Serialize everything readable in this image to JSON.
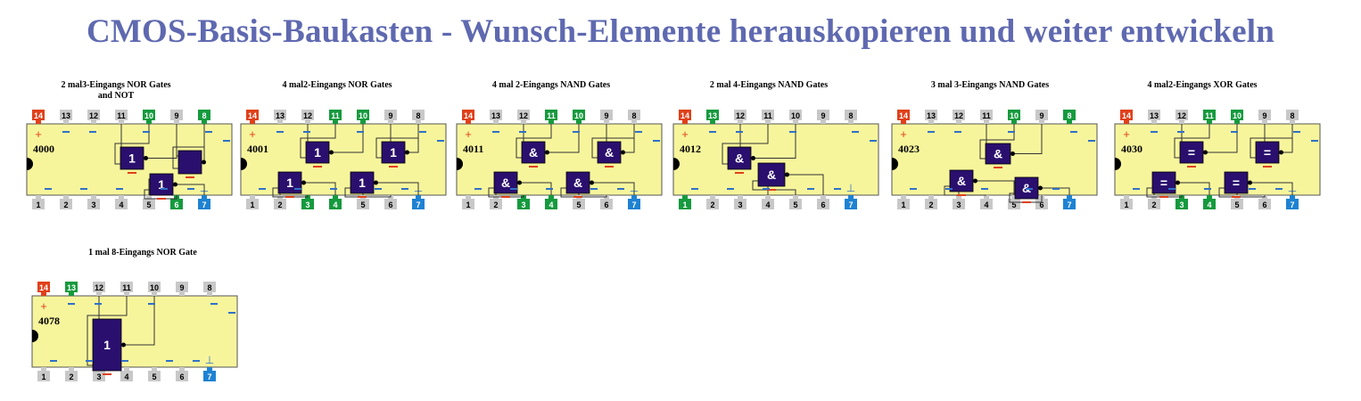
{
  "page": {
    "title": "CMOS-Basis-Baukasten - Wunsch-Elemente herauskopieren und weiter entwickeln"
  },
  "colors": {
    "title": "#5f69b0",
    "body": "#f7f59c",
    "gate": "#2a0f6e",
    "vdd_pin": "#e0401a",
    "vss_pin": "#1e82d2",
    "input_pin": "#159a3e",
    "plain_pin": "#c8c8c8",
    "inversion_mark": "#e0401a",
    "line_mark": "#3070c8"
  },
  "chips": [
    {
      "caption": "2 mal3-Eingangs NOR Gates\nand NOT",
      "type_label": "4000",
      "plus_label": "+",
      "ground_label": "⊥",
      "top_pins": [
        {
          "label": "14",
          "kind": "vdd"
        },
        {
          "label": "13",
          "kind": "plain"
        },
        {
          "label": "12",
          "kind": "plain"
        },
        {
          "label": "11",
          "kind": "plain"
        },
        {
          "label": "10",
          "kind": "in"
        },
        {
          "label": "9",
          "kind": "plain"
        },
        {
          "label": "8",
          "kind": "in"
        }
      ],
      "bottom_pins": [
        {
          "label": "1",
          "kind": "plain"
        },
        {
          "label": "2",
          "kind": "plain"
        },
        {
          "label": "3",
          "kind": "plain"
        },
        {
          "label": "4",
          "kind": "plain"
        },
        {
          "label": "5",
          "kind": "plain"
        },
        {
          "label": "6",
          "kind": "in"
        },
        {
          "label": "7",
          "kind": "vss"
        }
      ],
      "gates": [
        {
          "label": "1"
        },
        {
          "label": ""
        },
        {
          "label": "1"
        }
      ]
    },
    {
      "caption": "4 mal2-Eingangs NOR Gates",
      "type_label": "4001",
      "plus_label": "+",
      "ground_label": "⊥",
      "top_pins": [
        {
          "label": "14",
          "kind": "vdd"
        },
        {
          "label": "13",
          "kind": "plain"
        },
        {
          "label": "12",
          "kind": "plain"
        },
        {
          "label": "11",
          "kind": "in"
        },
        {
          "label": "10",
          "kind": "in"
        },
        {
          "label": "9",
          "kind": "plain"
        },
        {
          "label": "8",
          "kind": "plain"
        }
      ],
      "bottom_pins": [
        {
          "label": "1",
          "kind": "plain"
        },
        {
          "label": "2",
          "kind": "plain"
        },
        {
          "label": "3",
          "kind": "in"
        },
        {
          "label": "4",
          "kind": "in"
        },
        {
          "label": "5",
          "kind": "plain"
        },
        {
          "label": "6",
          "kind": "plain"
        },
        {
          "label": "7",
          "kind": "vss"
        }
      ],
      "gates": [
        {
          "label": "1"
        },
        {
          "label": "1"
        },
        {
          "label": "1"
        },
        {
          "label": "1"
        }
      ]
    },
    {
      "caption": "4 mal 2-Eingangs NAND Gates",
      "type_label": "4011",
      "plus_label": "+",
      "ground_label": "⊥",
      "top_pins": [
        {
          "label": "14",
          "kind": "vdd"
        },
        {
          "label": "13",
          "kind": "plain"
        },
        {
          "label": "12",
          "kind": "plain"
        },
        {
          "label": "11",
          "kind": "in"
        },
        {
          "label": "10",
          "kind": "in"
        },
        {
          "label": "9",
          "kind": "plain"
        },
        {
          "label": "8",
          "kind": "plain"
        }
      ],
      "bottom_pins": [
        {
          "label": "1",
          "kind": "plain"
        },
        {
          "label": "2",
          "kind": "plain"
        },
        {
          "label": "3",
          "kind": "in"
        },
        {
          "label": "4",
          "kind": "in"
        },
        {
          "label": "5",
          "kind": "plain"
        },
        {
          "label": "6",
          "kind": "plain"
        },
        {
          "label": "7",
          "kind": "vss"
        }
      ],
      "gates": [
        {
          "label": "&"
        },
        {
          "label": "&"
        },
        {
          "label": "&"
        },
        {
          "label": "&"
        }
      ]
    },
    {
      "caption": "2 mal 4-Eingangs NAND Gates",
      "type_label": "4012",
      "plus_label": "+",
      "ground_label": "⊥",
      "top_pins": [
        {
          "label": "14",
          "kind": "vdd"
        },
        {
          "label": "13",
          "kind": "in"
        },
        {
          "label": "12",
          "kind": "plain"
        },
        {
          "label": "11",
          "kind": "plain"
        },
        {
          "label": "10",
          "kind": "plain"
        },
        {
          "label": "9",
          "kind": "plain"
        },
        {
          "label": "8",
          "kind": "plain"
        }
      ],
      "bottom_pins": [
        {
          "label": "1",
          "kind": "in"
        },
        {
          "label": "2",
          "kind": "plain"
        },
        {
          "label": "3",
          "kind": "plain"
        },
        {
          "label": "4",
          "kind": "plain"
        },
        {
          "label": "5",
          "kind": "plain"
        },
        {
          "label": "6",
          "kind": "plain"
        },
        {
          "label": "7",
          "kind": "vss"
        }
      ],
      "gates": [
        {
          "label": "&"
        },
        {
          "label": "&"
        }
      ]
    },
    {
      "caption": "3 mal 3-Eingangs NAND Gates",
      "type_label": "4023",
      "plus_label": "+",
      "ground_label": "",
      "top_pins": [
        {
          "label": "14",
          "kind": "vdd"
        },
        {
          "label": "13",
          "kind": "plain"
        },
        {
          "label": "12",
          "kind": "plain"
        },
        {
          "label": "11",
          "kind": "plain"
        },
        {
          "label": "10",
          "kind": "in"
        },
        {
          "label": "9",
          "kind": "plain"
        },
        {
          "label": "8",
          "kind": "in"
        }
      ],
      "bottom_pins": [
        {
          "label": "1",
          "kind": "plain"
        },
        {
          "label": "2",
          "kind": "plain"
        },
        {
          "label": "3",
          "kind": "plain"
        },
        {
          "label": "4",
          "kind": "plain"
        },
        {
          "label": "5",
          "kind": "plain"
        },
        {
          "label": "6",
          "kind": "plain"
        },
        {
          "label": "7",
          "kind": "vss"
        }
      ],
      "gates": [
        {
          "label": "&"
        },
        {
          "label": "&"
        },
        {
          "label": "&"
        }
      ]
    },
    {
      "caption": "4 mal2-Eingangs XOR Gates",
      "type_label": "4030",
      "plus_label": "+",
      "ground_label": "⊥",
      "top_pins": [
        {
          "label": "14",
          "kind": "vdd"
        },
        {
          "label": "13",
          "kind": "plain"
        },
        {
          "label": "12",
          "kind": "plain"
        },
        {
          "label": "11",
          "kind": "in"
        },
        {
          "label": "10",
          "kind": "in"
        },
        {
          "label": "9",
          "kind": "plain"
        },
        {
          "label": "8",
          "kind": "plain"
        }
      ],
      "bottom_pins": [
        {
          "label": "1",
          "kind": "plain"
        },
        {
          "label": "2",
          "kind": "plain"
        },
        {
          "label": "3",
          "kind": "in"
        },
        {
          "label": "4",
          "kind": "in"
        },
        {
          "label": "5",
          "kind": "plain"
        },
        {
          "label": "6",
          "kind": "plain"
        },
        {
          "label": "7",
          "kind": "vss"
        }
      ],
      "gates": [
        {
          "label": "="
        },
        {
          "label": "="
        },
        {
          "label": "="
        },
        {
          "label": "="
        }
      ]
    },
    {
      "caption": "1 mal 8-Eingangs NOR Gate",
      "type_label": "4078",
      "plus_label": "+",
      "ground_label": "⊥",
      "top_pins": [
        {
          "label": "14",
          "kind": "vdd"
        },
        {
          "label": "13",
          "kind": "in"
        },
        {
          "label": "12",
          "kind": "plain"
        },
        {
          "label": "11",
          "kind": "plain"
        },
        {
          "label": "10",
          "kind": "plain"
        },
        {
          "label": "9",
          "kind": "plain"
        },
        {
          "label": "8",
          "kind": "plain"
        }
      ],
      "bottom_pins": [
        {
          "label": "1",
          "kind": "plain"
        },
        {
          "label": "2",
          "kind": "plain"
        },
        {
          "label": "3",
          "kind": "plain"
        },
        {
          "label": "4",
          "kind": "plain"
        },
        {
          "label": "5",
          "kind": "plain"
        },
        {
          "label": "6",
          "kind": "plain"
        },
        {
          "label": "7",
          "kind": "vss"
        }
      ],
      "gates": [
        {
          "label": "1"
        }
      ]
    }
  ]
}
